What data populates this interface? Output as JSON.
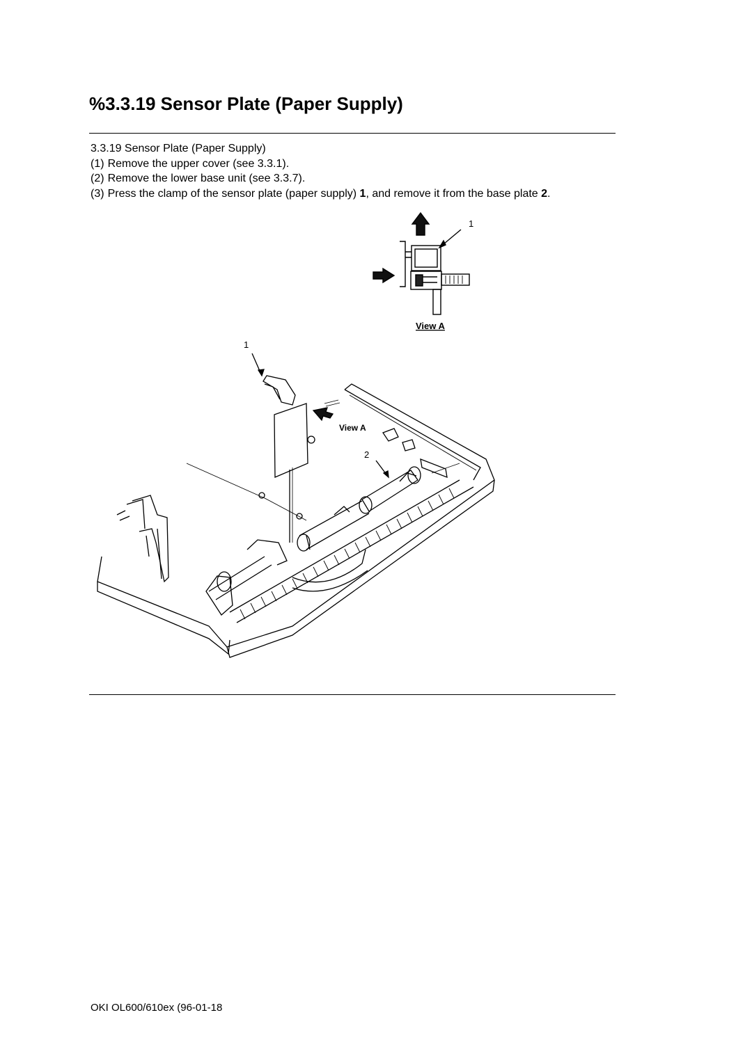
{
  "header": {
    "title": "%3.3.19 Sensor Plate (Paper Supply)"
  },
  "content": {
    "section_heading": "3.3.19 Sensor Plate (Paper Supply)",
    "steps": [
      {
        "num": "(1)",
        "text": "Remove the upper cover (see 3.3.1)."
      },
      {
        "num": "(2)",
        "text": "Remove the lower base unit (see 3.3.7)."
      },
      {
        "num": "(3)",
        "text_a": "Press the clamp of the sensor plate (paper supply) ",
        "bold_1": "1",
        "text_b": ", and remove it from the base plate ",
        "bold_2": "2",
        "text_c": "."
      }
    ]
  },
  "figure": {
    "view_caption": "View A",
    "view_label": "View A",
    "callout_1": "1",
    "callout_1_main": "1",
    "callout_2": "2"
  },
  "footer": {
    "text": "OKI OL600/610ex (96-01-18"
  }
}
